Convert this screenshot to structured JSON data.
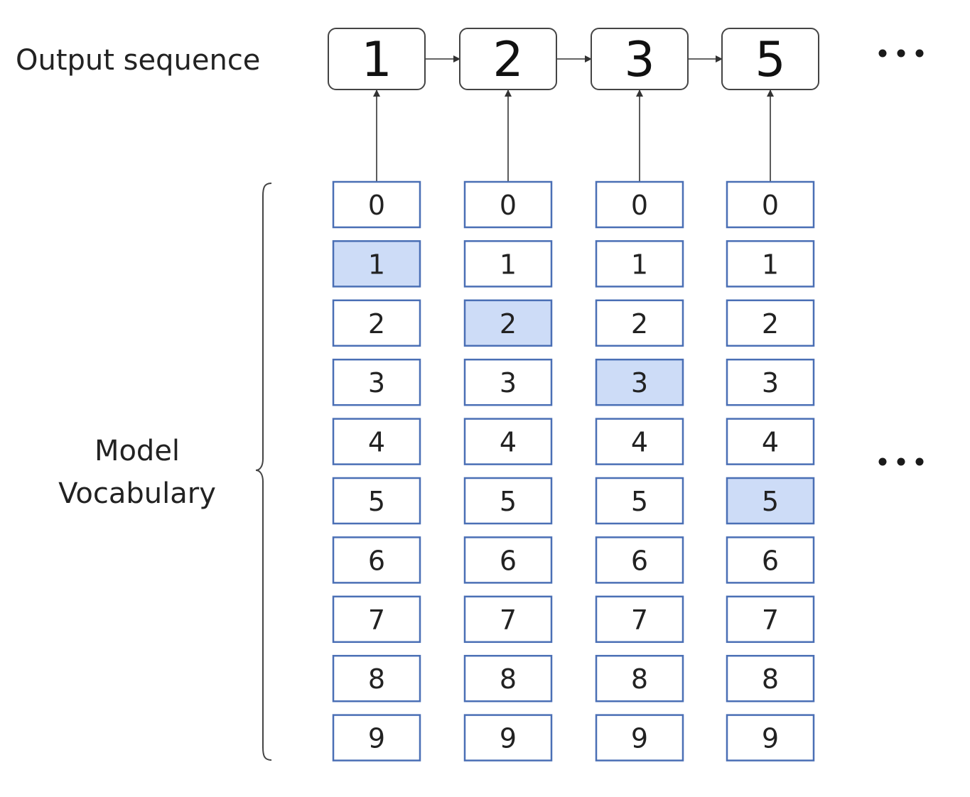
{
  "labels": {
    "output_sequence": "Output sequence",
    "model_line1": "Model",
    "model_line2": "Vocabulary"
  },
  "output_sequence": [
    "1",
    "2",
    "3",
    "5"
  ],
  "vocabulary": [
    "0",
    "1",
    "2",
    "3",
    "4",
    "5",
    "6",
    "7",
    "8",
    "9"
  ],
  "selected_indices": [
    1,
    2,
    3,
    5
  ],
  "colors": {
    "vocab_border": "#4a6fb5",
    "selected_fill": "#cddcf7",
    "output_border": "#444444"
  }
}
